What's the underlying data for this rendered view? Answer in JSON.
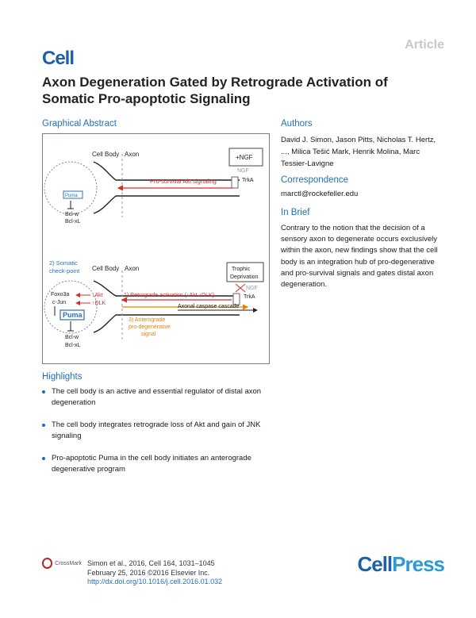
{
  "header": {
    "article_label": "Article",
    "journal_logo": "Cell"
  },
  "title": "Axon Degeneration Gated by Retrograde Activation of Somatic Pro-apoptotic Signaling",
  "graphical_abstract": {
    "heading": "Graphical Abstract",
    "top": {
      "cell_body": "Cell Body",
      "axon": "Axon",
      "condition": "+NGF",
      "signal": "Pro-survival Akt signaling",
      "ngf": "NGF",
      "trka": "TrkA",
      "puma": "Puma",
      "bclw": "Bcl-w",
      "bclxl": "Bcl-xL"
    },
    "bottom": {
      "checkpoint_1": "2) Somatic",
      "checkpoint_2": "check-point",
      "cell_body": "Cell Body",
      "axon": "Axon",
      "condition_1": "Trophic",
      "condition_2": "Deprivation",
      "foxo": "Foxo3a",
      "cjun": "c-Jun",
      "akt": "↓Akt",
      "dlk": "↑DLK",
      "retro": "1) Retrograde activation (↓Akt ↑DLK)",
      "caspase": "Axonal caspase cascade",
      "antero_1": "3) Anterograde",
      "antero_2": "pro-degenerative",
      "antero_3": "signal",
      "puma": "Puma",
      "ngf": "NGF",
      "trka": "TrkA",
      "bclw": "Bcl-w",
      "bclxl": "Bcl-xL"
    }
  },
  "authors": {
    "heading": "Authors",
    "text": "David J. Simon, Jason Pitts, Nicholas T. Hertz, ..., Milica Tešić Mark, Henrik Molina, Marc Tessier-Lavigne"
  },
  "correspondence": {
    "heading": "Correspondence",
    "email": "marctl@rockefeller.edu"
  },
  "in_brief": {
    "heading": "In Brief",
    "text": "Contrary to the notion that the decision of a sensory axon to degenerate occurs exclusively within the axon, new findings show that the cell body is an integration hub of pro-degenerative and pro-survival signals and gates distal axon degeneration."
  },
  "highlights": {
    "heading": "Highlights",
    "items": [
      "The cell body is an active and essential regulator of distal axon degeneration",
      "The cell body integrates retrograde loss of Akt and gain of JNK signaling",
      "Pro-apoptotic Puma in the cell body initiates an anterograde degenerative program"
    ]
  },
  "footer": {
    "crossmark": "CrossMark",
    "citation_1": "Simon et al., 2016, Cell 164, 1031–1045",
    "citation_2": "February 25, 2016 ©2016 Elsevier Inc.",
    "doi": "http://dx.doi.org/10.1016/j.cell.2016.01.032",
    "publisher_cell": "Cell",
    "publisher_press": "Press"
  },
  "colors": {
    "brand_blue": "#1f5fa8",
    "section_blue": "#1f6fb8",
    "signal_red": "#d32f2f",
    "signal_orange": "#e8820c"
  }
}
